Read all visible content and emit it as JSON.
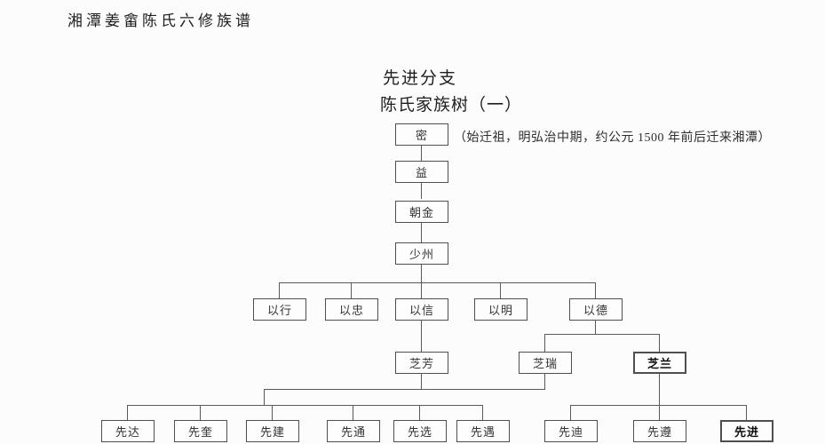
{
  "page": {
    "doc_title": "湘潭姜畲陈氏六修族谱"
  },
  "header": {
    "branch_title": "先进分支",
    "tree_title": "陈氏家族树（一）",
    "founder_note": "（始迁祖，明弘治中期，约公元 1500 年前后迁来湘潭）"
  },
  "colors": {
    "background": "#fcfcfc",
    "line": "#5a5a5a",
    "box_border": "#4f4f4f",
    "text": "#2a2a2a"
  },
  "tree": {
    "nodes": [
      {
        "id": "mi",
        "label": "密",
        "generation": 1,
        "bold": false
      },
      {
        "id": "yi",
        "label": "益",
        "generation": 2,
        "bold": false
      },
      {
        "id": "chaojin",
        "label": "朝金",
        "generation": 3,
        "bold": false
      },
      {
        "id": "shaozhou",
        "label": "少州",
        "generation": 4,
        "bold": false
      },
      {
        "id": "yixing",
        "label": "以行",
        "generation": 5,
        "bold": false
      },
      {
        "id": "yizhong",
        "label": "以忠",
        "generation": 5,
        "bold": false
      },
      {
        "id": "yixin",
        "label": "以信",
        "generation": 5,
        "bold": false
      },
      {
        "id": "yiming",
        "label": "以明",
        "generation": 5,
        "bold": false
      },
      {
        "id": "yide",
        "label": "以德",
        "generation": 5,
        "bold": false
      },
      {
        "id": "zhifang",
        "label": "芝芳",
        "generation": 6,
        "bold": false
      },
      {
        "id": "zhirui",
        "label": "芝瑞",
        "generation": 6,
        "bold": false
      },
      {
        "id": "zhilan",
        "label": "芝兰",
        "generation": 6,
        "bold": true
      },
      {
        "id": "xianda",
        "label": "先达",
        "generation": 7,
        "bold": false
      },
      {
        "id": "xiankui",
        "label": "先奎",
        "generation": 7,
        "bold": false
      },
      {
        "id": "xianjian",
        "label": "先建",
        "generation": 7,
        "bold": false
      },
      {
        "id": "xiantong",
        "label": "先通",
        "generation": 7,
        "bold": false
      },
      {
        "id": "xianxuan",
        "label": "先选",
        "generation": 7,
        "bold": false
      },
      {
        "id": "xianyu",
        "label": "先遇",
        "generation": 7,
        "bold": false
      },
      {
        "id": "xiandi",
        "label": "先迪",
        "generation": 7,
        "bold": false
      },
      {
        "id": "xianzun",
        "label": "先遵",
        "generation": 7,
        "bold": false
      },
      {
        "id": "xianjin",
        "label": "先进",
        "generation": 7,
        "bold": true
      }
    ],
    "edges": [
      "密 → 益",
      "益 → 朝金",
      "朝金 → 少州",
      "少州 → 以行 / 以忠 / 以信 / 以明 / 以德",
      "以信 → 芝芳",
      "以德 → 芝瑞 / 芝兰",
      "芝芳 · 芝瑞 → 先达 / 先奎 / 先建 / 先通 / 先选 / 先遇",
      "芝兰 → 先迪 / 先遵 / 先进"
    ]
  }
}
